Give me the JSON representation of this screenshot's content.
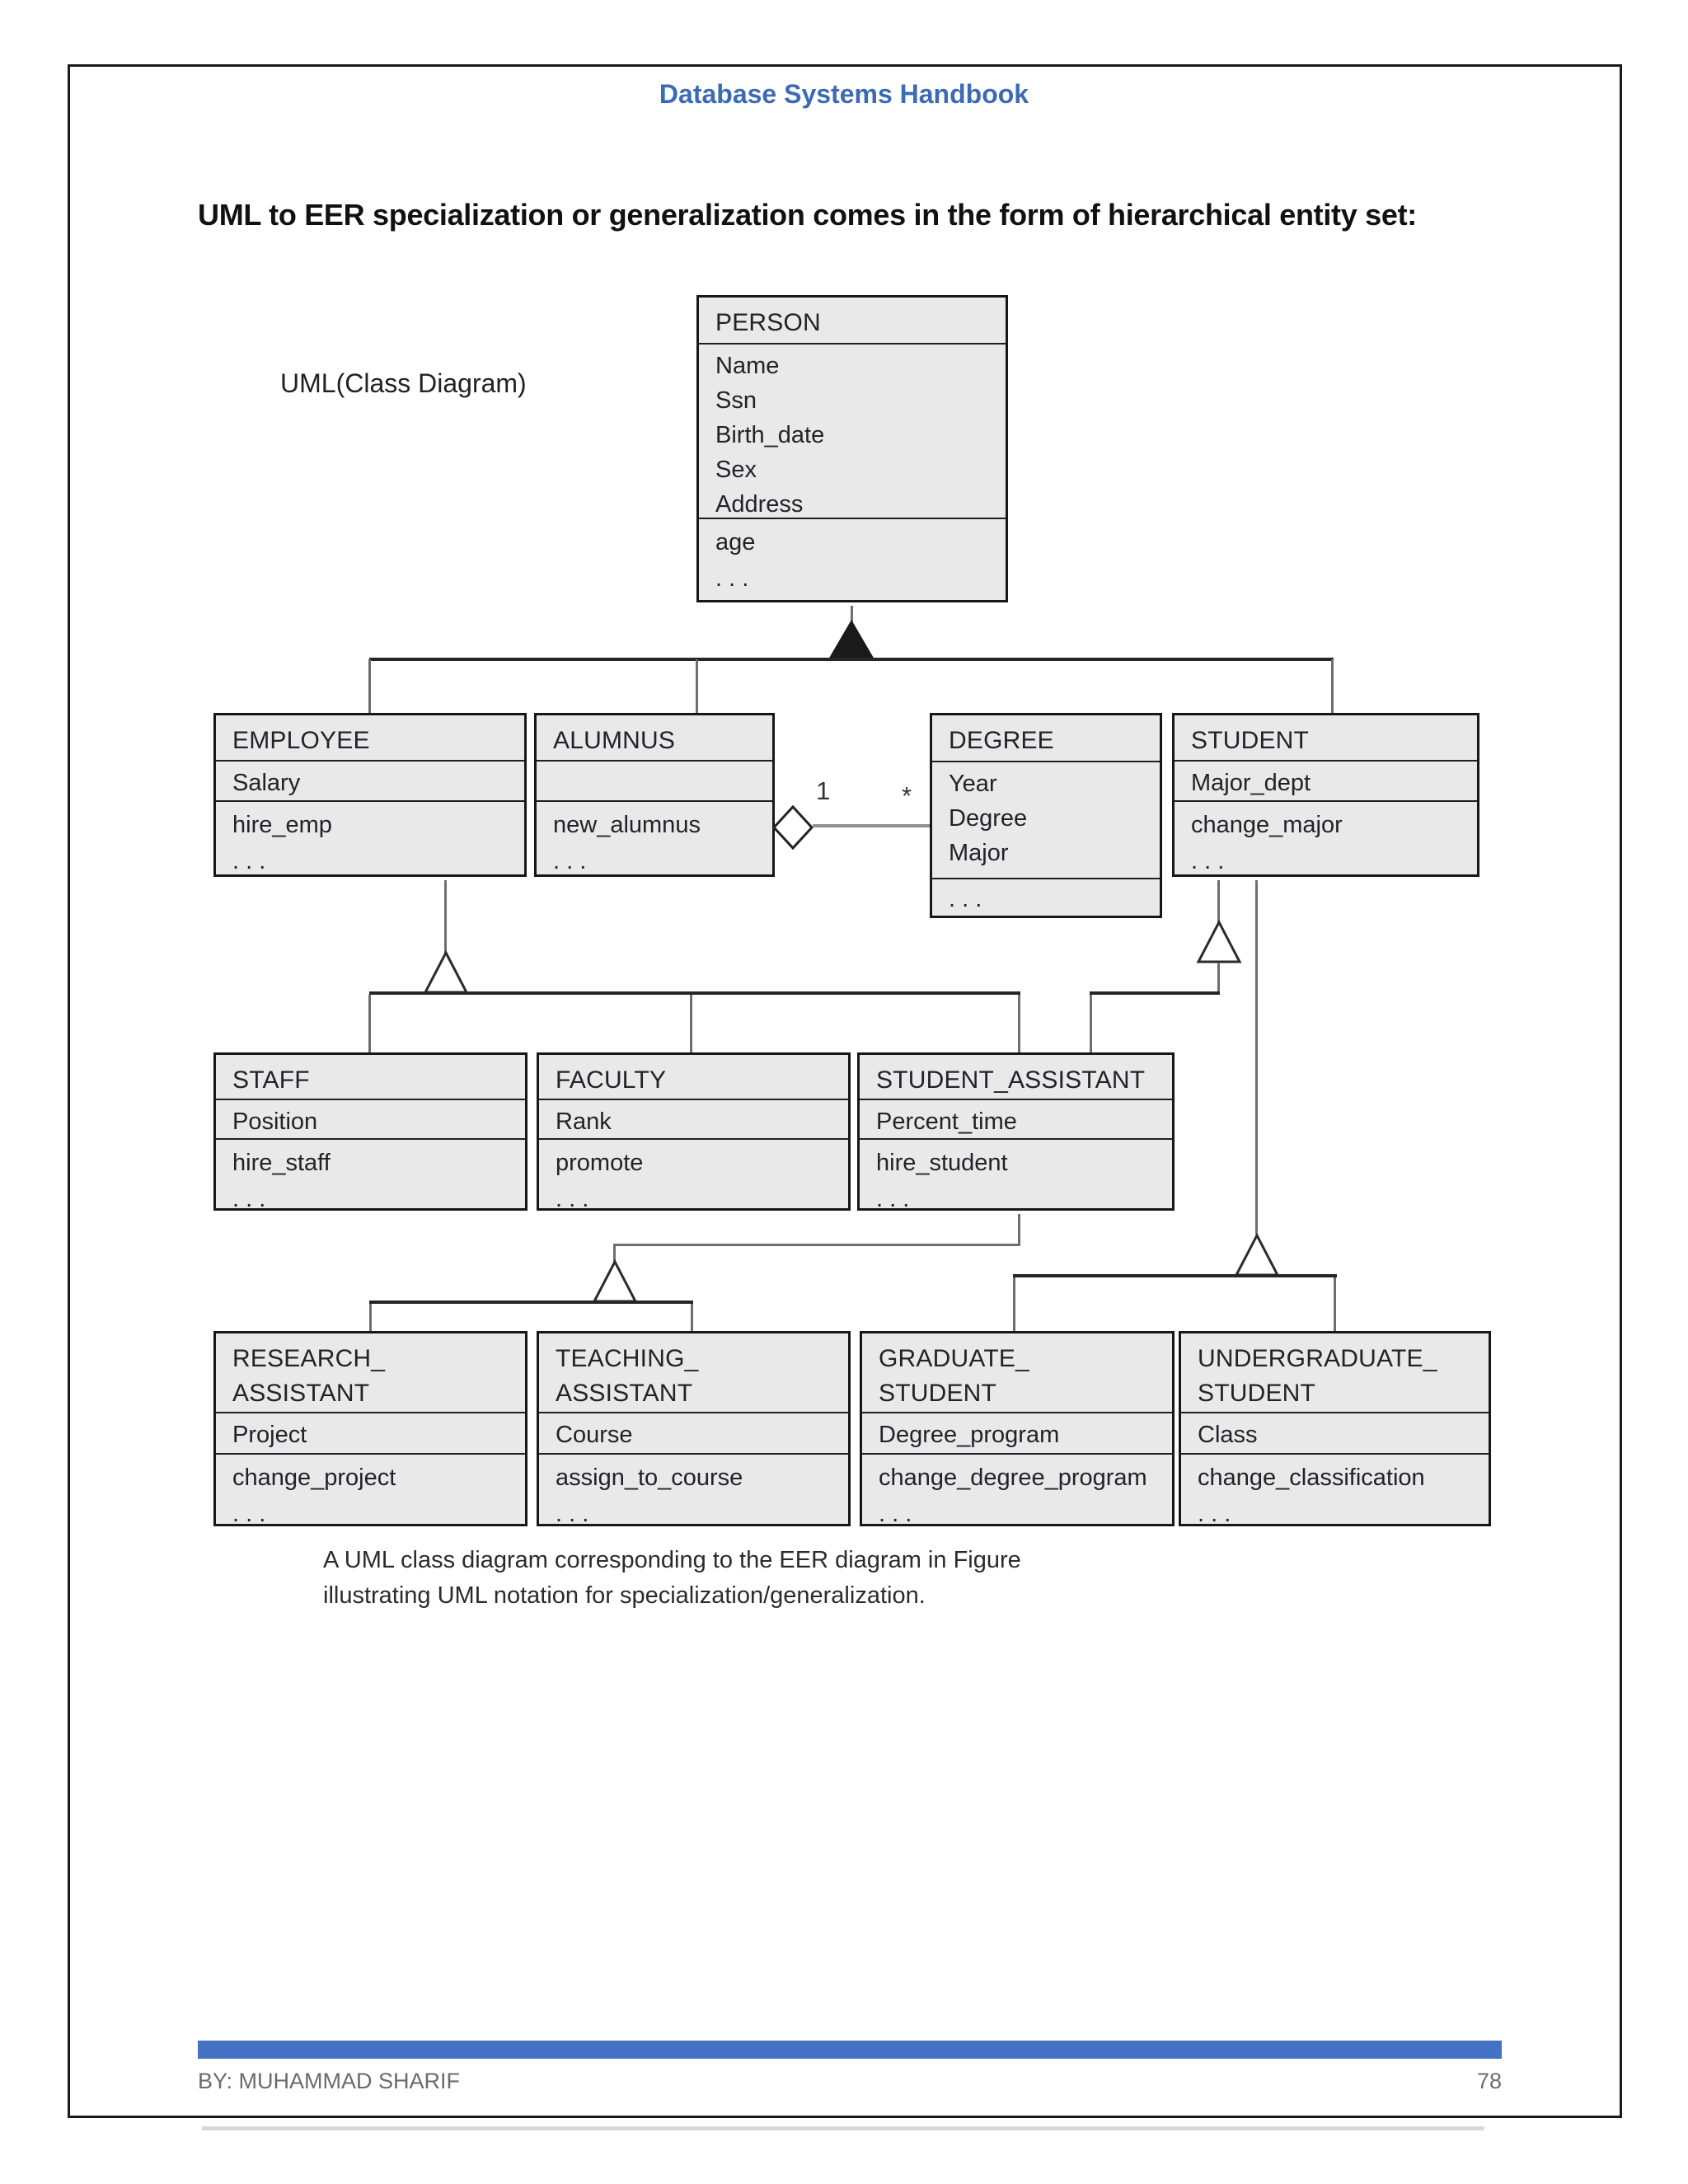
{
  "page": {
    "header_title": "Database Systems Handbook",
    "heading": "UML to EER specialization or generalization comes in the form of hierarchical entity set:",
    "footer": {
      "author": "BY: MUHAMMAD SHARIF",
      "page_number": "78"
    },
    "colors": {
      "header_blue": "#3b6bb4",
      "footer_bar_blue": "#4472c4",
      "box_fill": "#e9e9ea",
      "box_border": "#17171a",
      "connector_gray": "#6e6e6e",
      "connector_dark": "#262626"
    }
  },
  "diagram": {
    "label": "UML(Class Diagram)",
    "caption_line1": "A UML class diagram corresponding to the EER diagram in Figure",
    "caption_line2": "illustrating UML notation for specialization/generalization.",
    "association": {
      "one": "1",
      "many": "*"
    },
    "classes": [
      {
        "id": "person",
        "title": [
          "PERSON"
        ],
        "attributes": [
          "Name",
          "Ssn",
          "Birth_date",
          "Sex",
          "Address"
        ],
        "operations": [
          "age",
          ". . ."
        ]
      },
      {
        "id": "employee",
        "title": [
          "EMPLOYEE"
        ],
        "attributes": [
          "Salary"
        ],
        "operations": [
          "hire_emp",
          ". . ."
        ]
      },
      {
        "id": "alumnus",
        "title": [
          "ALUMNUS"
        ],
        "attributes": [
          ""
        ],
        "operations": [
          "new_alumnus",
          ". . ."
        ]
      },
      {
        "id": "degree",
        "title": [
          "DEGREE"
        ],
        "attributes": [
          "Year",
          "Degree",
          "Major"
        ],
        "operations": [
          ". . ."
        ]
      },
      {
        "id": "student",
        "title": [
          "STUDENT"
        ],
        "attributes": [
          "Major_dept"
        ],
        "operations": [
          "change_major",
          ". . ."
        ]
      },
      {
        "id": "staff",
        "title": [
          "STAFF"
        ],
        "attributes": [
          "Position"
        ],
        "operations": [
          "hire_staff",
          ". . ."
        ]
      },
      {
        "id": "faculty",
        "title": [
          "FACULTY"
        ],
        "attributes": [
          "Rank"
        ],
        "operations": [
          "promote",
          ". . ."
        ]
      },
      {
        "id": "student-assistant",
        "title": [
          "STUDENT_ASSISTANT"
        ],
        "attributes": [
          "Percent_time"
        ],
        "operations": [
          "hire_student",
          ". . ."
        ]
      },
      {
        "id": "research-assistant",
        "title": [
          "RESEARCH_",
          "ASSISTANT"
        ],
        "attributes": [
          "Project"
        ],
        "operations": [
          "change_project",
          ". . ."
        ]
      },
      {
        "id": "teaching-assistant",
        "title": [
          "TEACHING_",
          "ASSISTANT"
        ],
        "attributes": [
          "Course"
        ],
        "operations": [
          "assign_to_course",
          ". . ."
        ]
      },
      {
        "id": "graduate-student",
        "title": [
          "GRADUATE_",
          "STUDENT"
        ],
        "attributes": [
          "Degree_program"
        ],
        "operations": [
          "change_degree_program",
          ". . ."
        ]
      },
      {
        "id": "undergraduate-student",
        "title": [
          "UNDERGRADUATE_",
          "STUDENT"
        ],
        "attributes": [
          "Class"
        ],
        "operations": [
          "change_classification",
          ". . ."
        ]
      }
    ]
  }
}
